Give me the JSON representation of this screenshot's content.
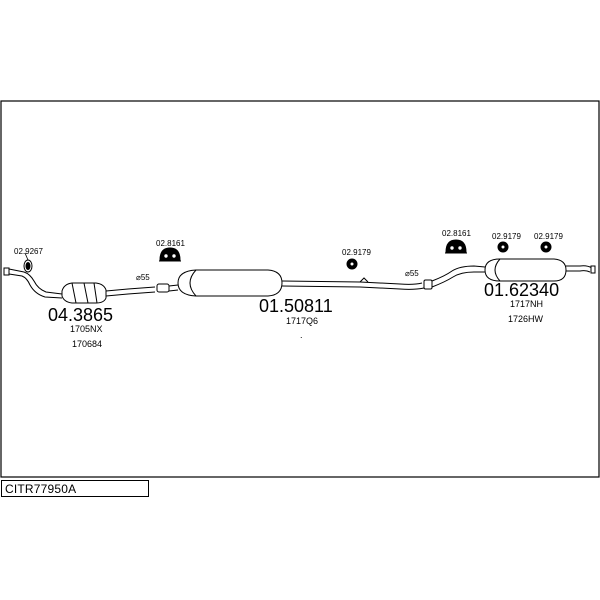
{
  "title": "CITR77950A",
  "parts": {
    "cat_ref": "04.3865",
    "cat_sub1": "1705NX",
    "cat_sub2": "170684",
    "mid_ref": "01.50811",
    "mid_sub": "1717Q6",
    "rear_ref": "01.62340",
    "rear_sub1": "1717NH",
    "rear_sub2": "1726HW"
  },
  "fittings": {
    "f1": "02.9267",
    "f2": "02.8161",
    "f3": "02.9179",
    "f4": "02.8161",
    "f5": "02.9179",
    "f6": "02.9179"
  },
  "pipe_marks": {
    "m1": "⌀55",
    "m2": "⌀55"
  },
  "dot_mark": "."
}
